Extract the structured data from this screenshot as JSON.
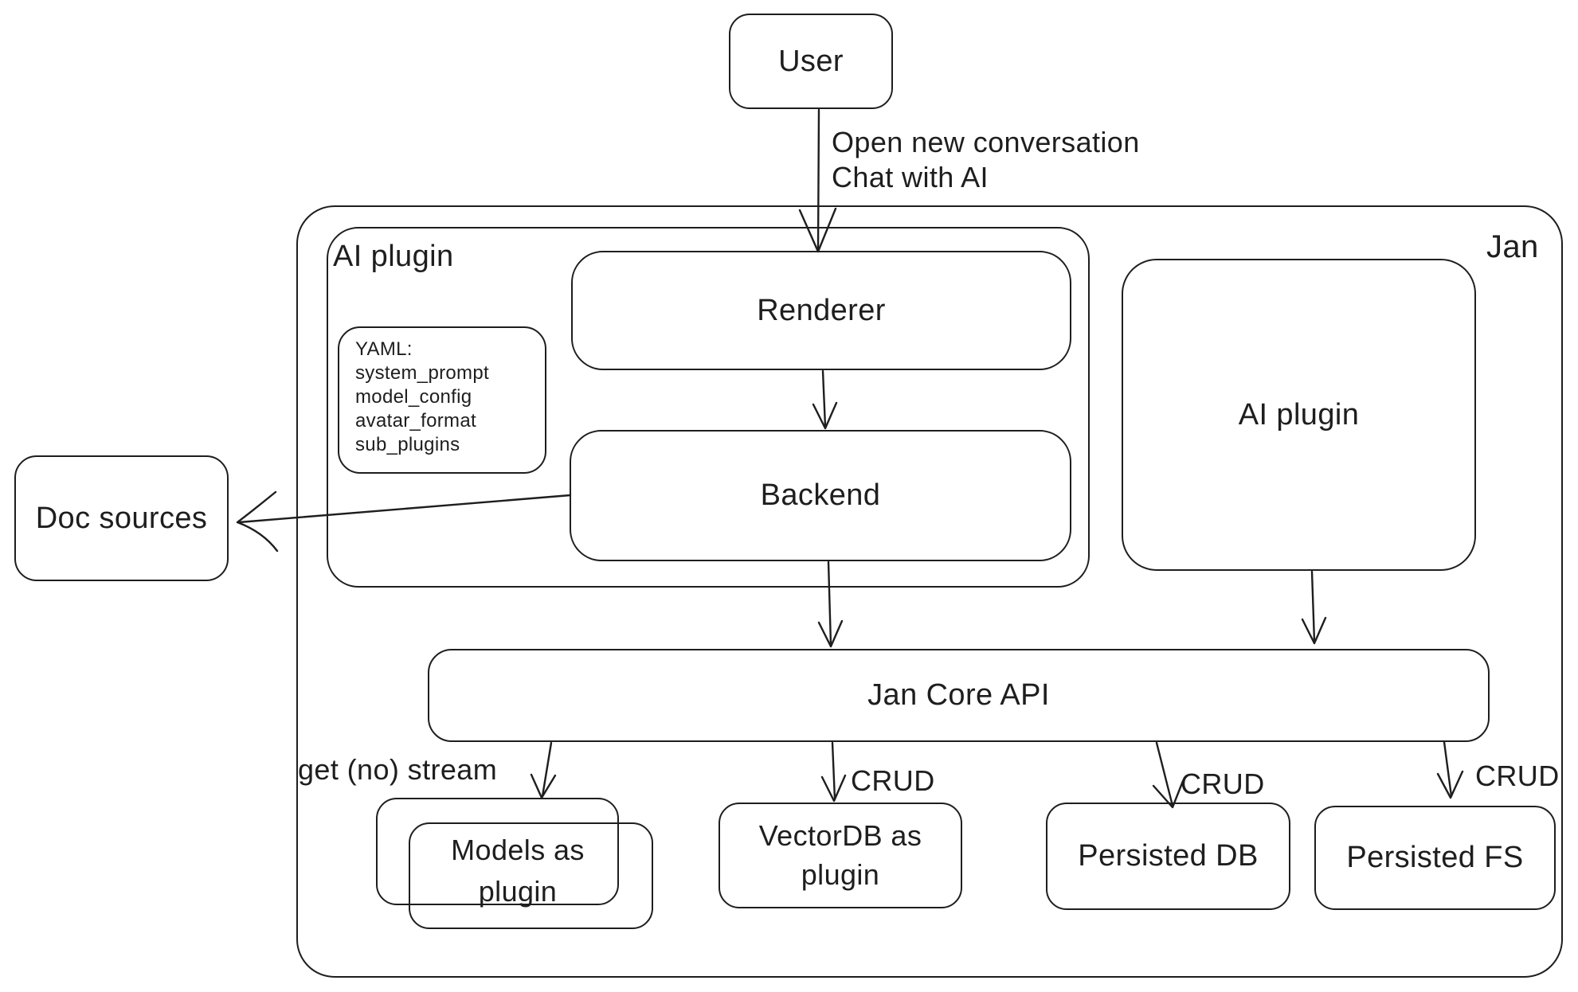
{
  "diagram": {
    "system_label": "Jan",
    "nodes": {
      "user": {
        "label": "User"
      },
      "ai_plugin_left": {
        "label": "AI plugin"
      },
      "yaml_note": {
        "lines": [
          "YAML:",
          "system_prompt",
          "model_config",
          "avatar_format",
          "sub_plugins"
        ]
      },
      "renderer": {
        "label": "Renderer"
      },
      "backend": {
        "label": "Backend"
      },
      "doc_sources": {
        "label": "Doc sources"
      },
      "ai_plugin_right": {
        "label": "AI plugin"
      },
      "jan_core_api": {
        "label": "Jan Core API"
      },
      "models": {
        "line1": "Models as",
        "line2": "plugin"
      },
      "vectordb": {
        "line1": "VectorDB as",
        "line2": "plugin"
      },
      "persisted_db": {
        "label": "Persisted DB"
      },
      "persisted_fs": {
        "label": "Persisted FS"
      }
    },
    "edge_labels": {
      "user_to_jan_line1": "Open new conversation",
      "user_to_jan_line2": "Chat with AI",
      "get_stream": "get (no) stream",
      "crud_vectordb": "CRUD",
      "crud_persisted_db": "CRUD",
      "crud_persisted_fs": "CRUD"
    },
    "colors": {
      "stroke": "#1e1e1e",
      "background": "#ffffff"
    }
  }
}
